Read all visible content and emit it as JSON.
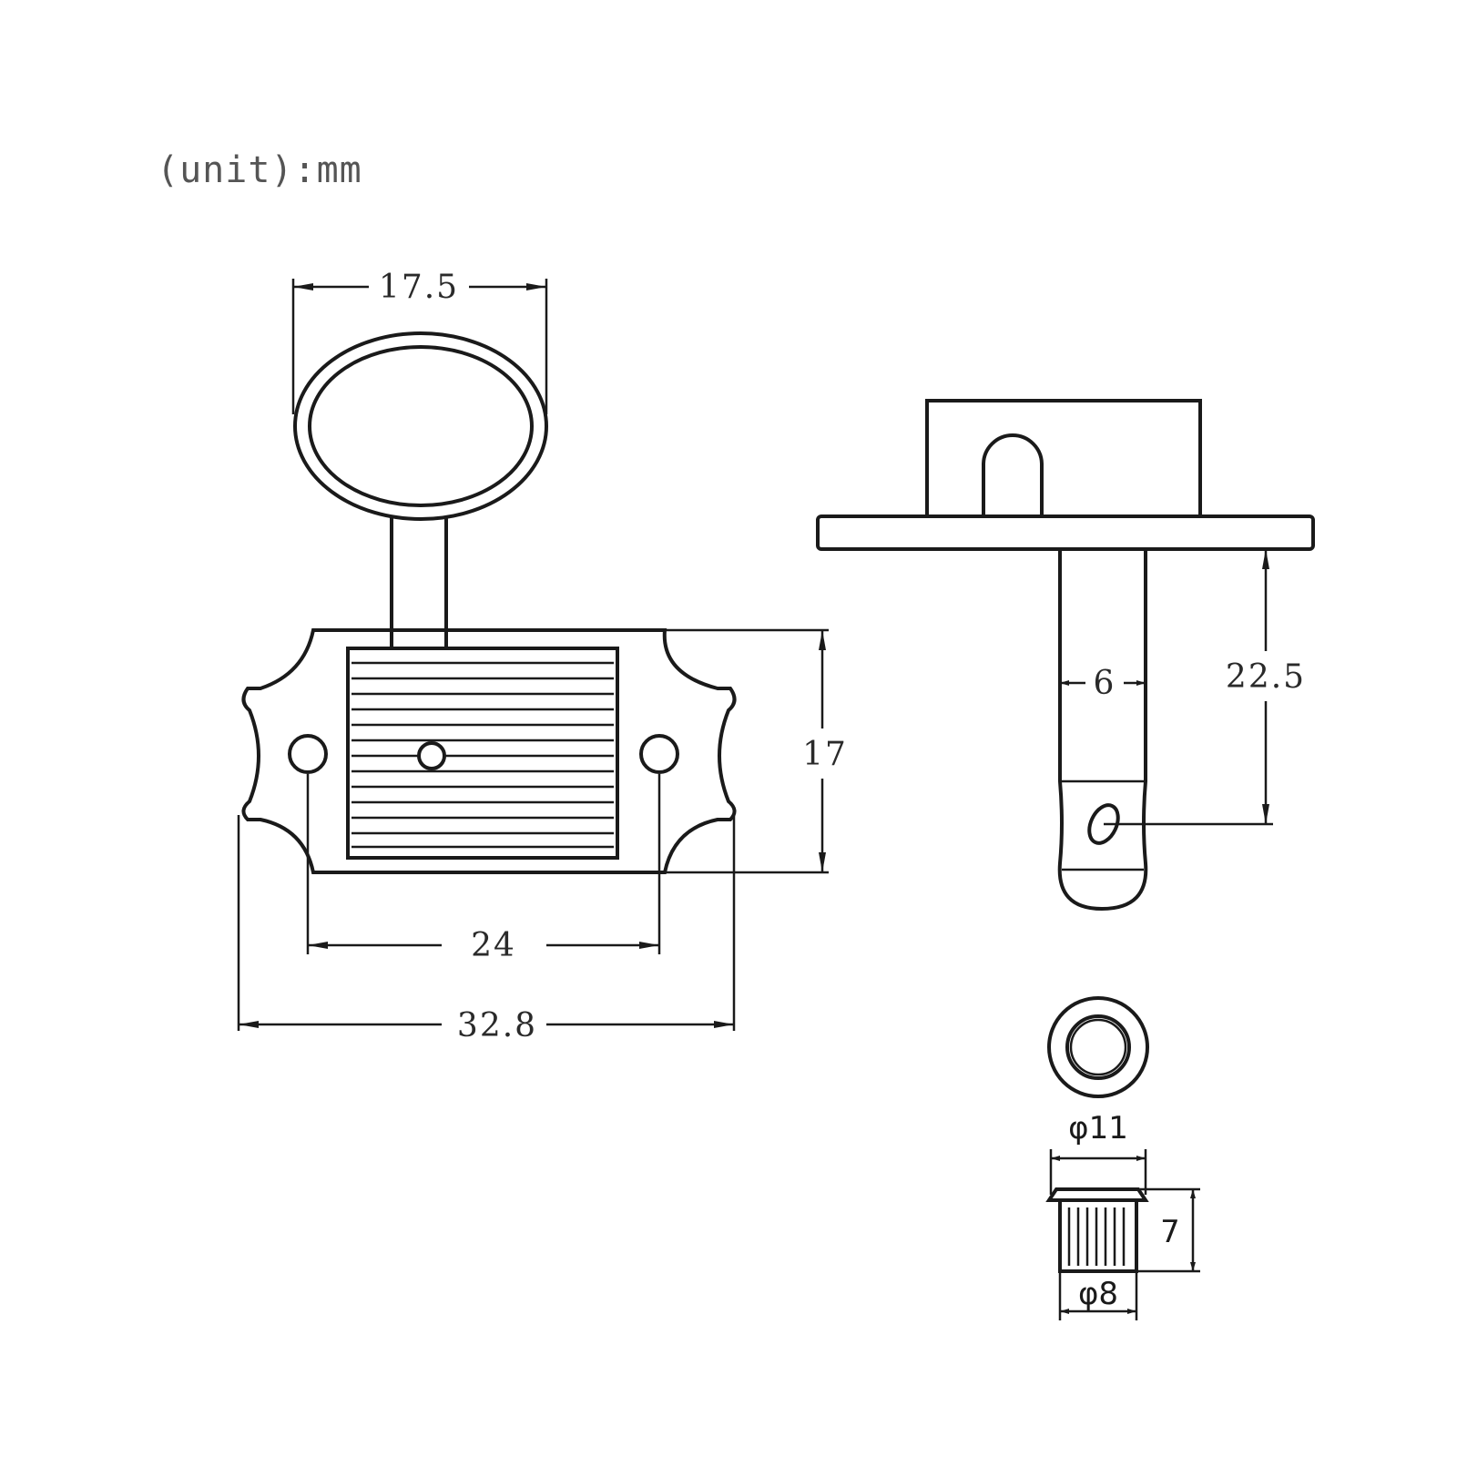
{
  "unit_note": "(unit):mm",
  "front_view": {
    "knob_width": "17.5",
    "plate_height": "17",
    "hole_spacing": "24",
    "overall_width": "32.8"
  },
  "side_view": {
    "post_diameter": "6",
    "post_length": "22.5"
  },
  "bushing": {
    "outer_diameter": "φ11",
    "inner_diameter": "φ8",
    "height": "7"
  },
  "colors": {
    "ink": "#1a1a1a",
    "background": "#ffffff"
  }
}
